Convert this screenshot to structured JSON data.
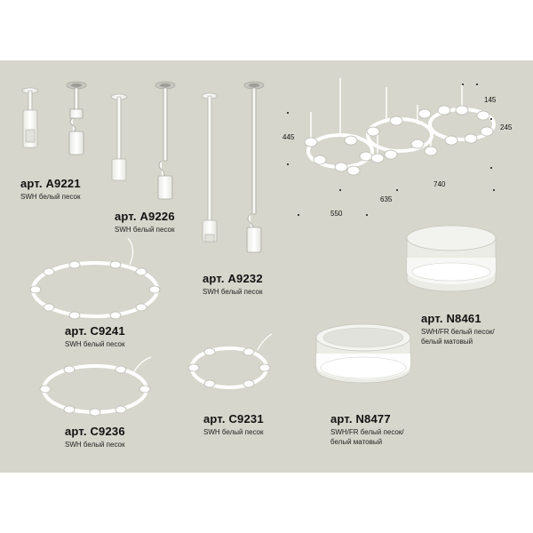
{
  "products": {
    "a9221": {
      "title": "арт. A9221",
      "subtitle": "SWH белый песок"
    },
    "a9226": {
      "title": "арт. A9226",
      "subtitle": "SWH белый песок"
    },
    "a9232": {
      "title": "арт. A9232",
      "subtitle": "SWH белый песок"
    },
    "c9241": {
      "title": "арт. C9241",
      "subtitle": "SWH белый песок"
    },
    "c9236": {
      "title": "арт. C9236",
      "subtitle": "SWH белый песок"
    },
    "c9231": {
      "title": "арт. C9231",
      "subtitle": "SWH белый песок"
    },
    "n8461": {
      "title": "арт. N8461",
      "subtitle_line1": "SWH/FR белый песок/",
      "subtitle_line2": "белый матовый"
    },
    "n8477": {
      "title": "арт. N8477",
      "subtitle_line1": "SWH/FR белый песок/",
      "subtitle_line2": "белый матовый"
    }
  },
  "dimensions": {
    "d145": "145",
    "d245": "245",
    "d445": "445",
    "d740": "740",
    "d635": "635",
    "d550": "550"
  },
  "colors": {
    "background": "#d6d6cc",
    "product_white": "#f7f7f4",
    "outline": "#b9b9b2"
  }
}
